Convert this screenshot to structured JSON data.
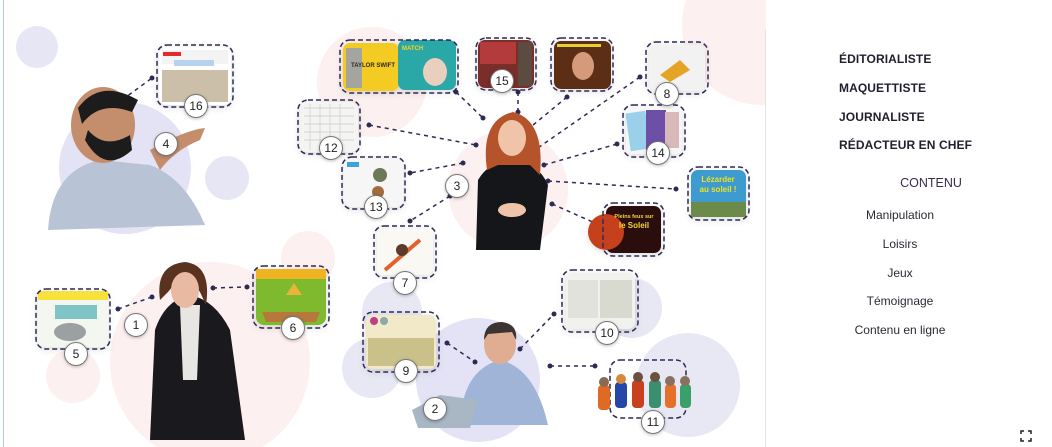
{
  "menu": {
    "roles": [
      "ÉDITORIALISTE",
      "MAQUETTISTE",
      "JOURNALISTE",
      "RÉDACTEUR EN CHEF"
    ],
    "content_heading": "CONTENU",
    "content_items": [
      "Manipulation",
      "Loisirs",
      "Jeux",
      "Témoignage",
      "Contenu en ligne"
    ]
  },
  "people": {
    "p1": "1",
    "p2": "2",
    "p3": "3",
    "p4": "4"
  },
  "thumbs": {
    "t5": "5",
    "t6": "6",
    "t7": "7",
    "t8": "8",
    "t9": "9",
    "t10": "10",
    "t11": "11",
    "t12": "12",
    "t13": "13",
    "t14": "14",
    "t15": "15",
    "t16": "16"
  },
  "thumb_texts": {
    "lezarder_1": "Lézarder",
    "lezarder_2": "au soleil !",
    "pleins_1": "Pleins feux sur",
    "pleins_2": "le Soleil",
    "taylor": "TAYLOR SWIFT",
    "match": "MATCH"
  },
  "colors": {
    "lavender": "#e6e6f5",
    "pink": "#fcf0f0",
    "dash": "#2d2a55"
  }
}
